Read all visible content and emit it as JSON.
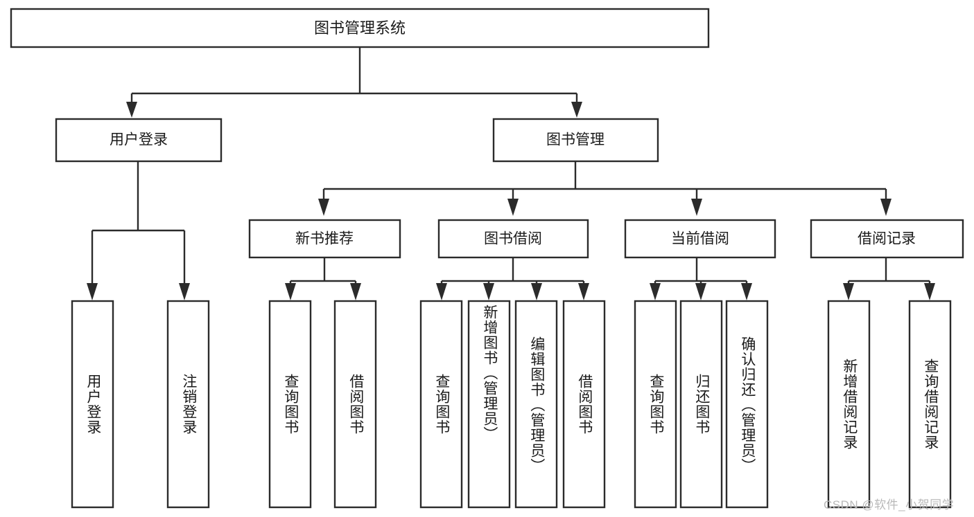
{
  "diagram": {
    "type": "hierarchy-tree",
    "title": "图书管理系统",
    "orientation": "top-down",
    "colors": {
      "box_fill": "#ffffff",
      "box_stroke": "#2b2b2b",
      "connector": "#2b2b2b",
      "text": "#1a1a1a",
      "watermark": "#b9b9b9",
      "background": "#ffffff"
    },
    "root": {
      "label": "图书管理系统"
    },
    "level2": [
      {
        "label": "用户登录"
      },
      {
        "label": "图书管理"
      }
    ],
    "level3": [
      {
        "label": "新书推荐"
      },
      {
        "label": "图书借阅"
      },
      {
        "label": "当前借阅"
      },
      {
        "label": "借阅记录"
      }
    ],
    "leaves": {
      "user_login": [
        {
          "label": "用户登录"
        },
        {
          "label": "注销登录"
        }
      ],
      "new_book_recommend": [
        {
          "label": "查询图书"
        },
        {
          "label": "借阅图书"
        }
      ],
      "book_borrow": [
        {
          "label": "查询图书"
        },
        {
          "label": "新增图书（管理员）"
        },
        {
          "label": "编辑图书（管理员）"
        },
        {
          "label": "借阅图书"
        }
      ],
      "current_borrow": [
        {
          "label": "查询图书"
        },
        {
          "label": "归还图书"
        },
        {
          "label": "确认归还（管理员）"
        }
      ],
      "borrow_record": [
        {
          "label": "新增借阅记录"
        },
        {
          "label": "查询借阅记录"
        }
      ]
    }
  },
  "watermark": {
    "text": "CSDN @软件_小贺同学"
  }
}
